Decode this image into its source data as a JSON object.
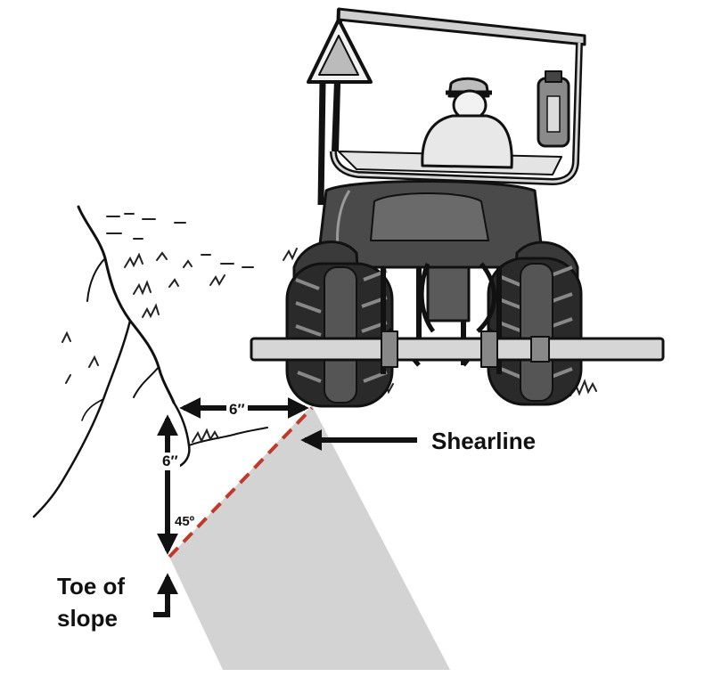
{
  "labels": {
    "horizontal_dim": "6″",
    "vertical_dim": "6″",
    "angle": "45º",
    "shearline": "Shearline",
    "toe_line1": "Toe of",
    "toe_line2": "slope"
  },
  "colors": {
    "shearline_dash": "#c0392b",
    "shadow_band": "#d3d3d3",
    "ink": "#111111"
  },
  "icons": [
    "tractor-illustration",
    "triangle-warning-sign-icon",
    "fire-extinguisher-icon",
    "operator-figure"
  ]
}
